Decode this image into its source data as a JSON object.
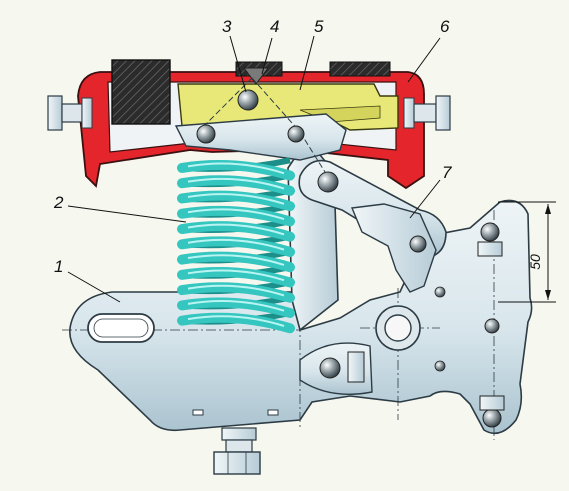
{
  "callouts": [
    {
      "key": "c1",
      "text": "1"
    },
    {
      "key": "c2",
      "text": "2"
    },
    {
      "key": "c3",
      "text": "3"
    },
    {
      "key": "c4",
      "text": "4"
    },
    {
      "key": "c5",
      "text": "5"
    },
    {
      "key": "c6",
      "text": "6"
    },
    {
      "key": "c7",
      "text": "7"
    }
  ],
  "dimension": {
    "text": "50"
  },
  "colors": {
    "background": "#f6f7ef",
    "bracket_red": "#e4252b",
    "armature_yellow": "#e8e878",
    "spring_cyan": "#35c6c0",
    "steel_light": "#e4edf1",
    "steel_shade": "#b9cfda",
    "insulator_black": "#2a2a2a"
  },
  "icons": {
    "screw": "screw-icon",
    "rivet": "rivet-icon",
    "pivot": "pivot-icon"
  }
}
